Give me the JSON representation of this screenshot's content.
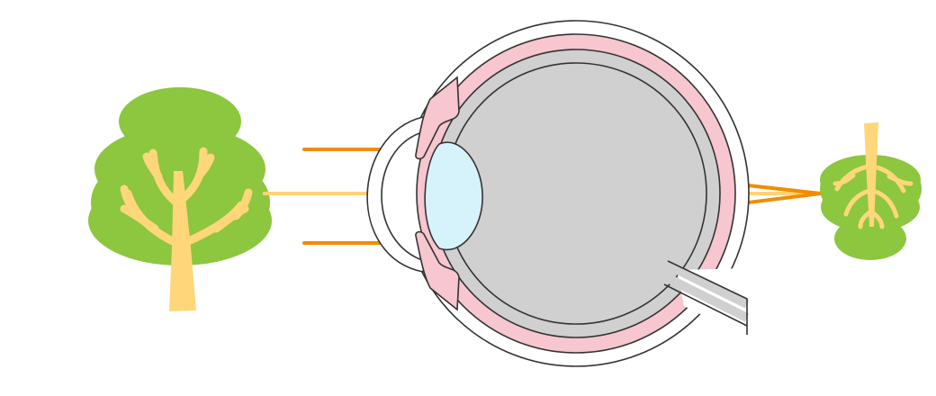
{
  "diagram": {
    "subject": "eye-focusing-far-point",
    "objects": [
      "object-tree",
      "eye",
      "image-tree"
    ],
    "colors": {
      "background": "#ffffff",
      "outline": "#333333",
      "foliage": "#8dc63f",
      "trunk": "#ffd77a",
      "axis_ray": "#ffd27a",
      "light_ray": "#f28c00",
      "choroid": "#f7c6cf",
      "sclera_inner": "#d0d0d0",
      "lens": "#d6f3fb"
    }
  }
}
